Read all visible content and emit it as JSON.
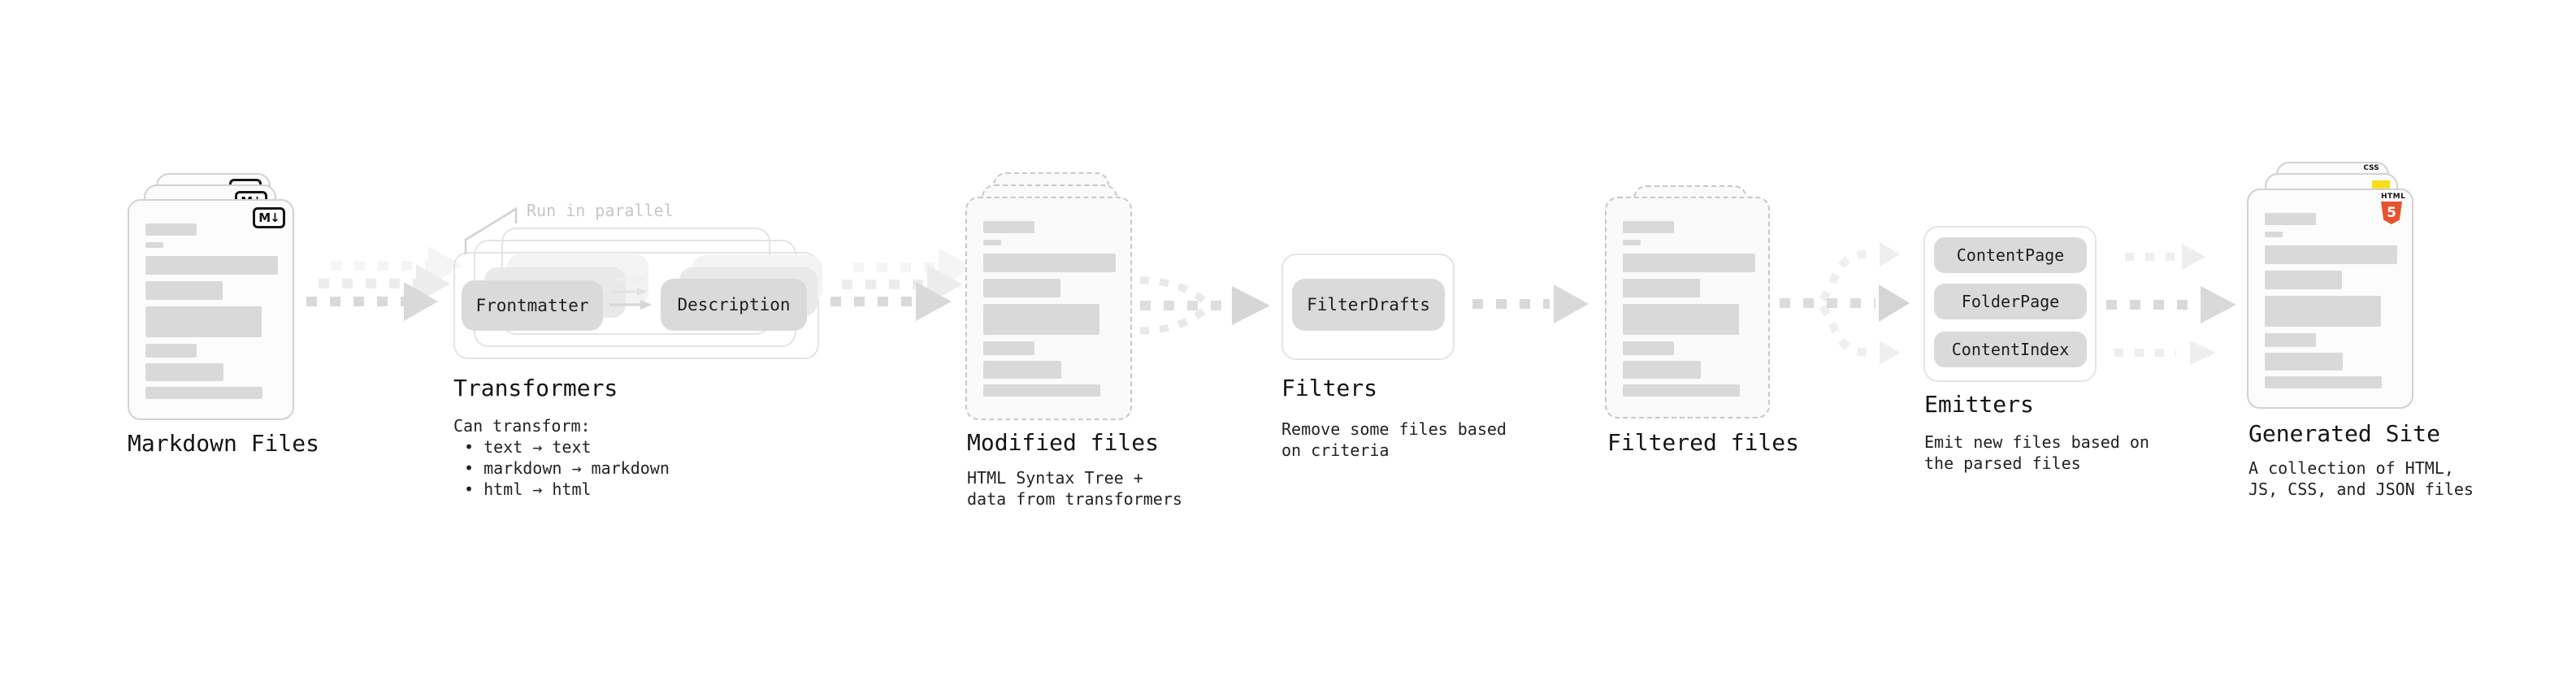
{
  "stages": {
    "markdown_files": {
      "title": "Markdown Files",
      "file_badge": "M↓"
    },
    "transformers": {
      "title": "Transformers",
      "note": "Run in parallel",
      "pill_left": "Frontmatter",
      "pill_right": "Description",
      "desc_title": "Can transform:",
      "bullets": [
        "• text → text",
        "• markdown → markdown",
        "• html → html"
      ]
    },
    "modified_files": {
      "title": "Modified files",
      "desc_lines": [
        "HTML Syntax Tree +",
        "data from transformers"
      ]
    },
    "filters": {
      "title": "Filters",
      "pill": "FilterDrafts",
      "desc_lines": [
        "Remove some files based",
        "on criteria"
      ]
    },
    "filtered_files": {
      "title": "Filtered files"
    },
    "emitters": {
      "title": "Emitters",
      "pills": [
        "ContentPage",
        "FolderPage",
        "ContentIndex"
      ],
      "desc_lines": [
        "Emit new files based on",
        "the parsed files"
      ]
    },
    "generated_site": {
      "title": "Generated Site",
      "desc_lines": [
        "A collection of HTML,",
        "JS, CSS, and JSON files"
      ],
      "css_badge_label": "CSS",
      "html_badge_label": "HTML",
      "html_badge_number": "5"
    }
  },
  "colors": {
    "arrow_main": "#d9d9d9",
    "arrow_ghost": "#ececec",
    "arrow_ghost_faint": "#f5f5f5",
    "pill_bg": "#dadada",
    "placeholder_bar": "#d9d9d9",
    "note_gray": "#c6c6c6",
    "js_yellow": "#f7df1e",
    "css_blue": "#2965f1",
    "html5_orange": "#e8532f"
  }
}
